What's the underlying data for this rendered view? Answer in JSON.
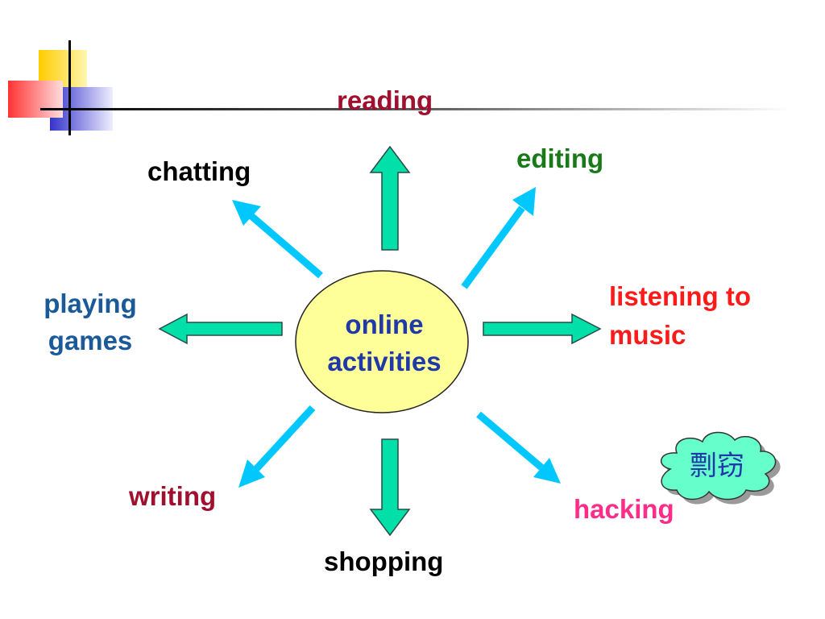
{
  "colors": {
    "block_arrow_fill": "#00e0a8",
    "thin_arrow": "#00c8ff",
    "ellipse_fill": "#ffff99",
    "center_text": "#1f3aa8",
    "cloud_fill": "#66ffcc",
    "cloud_text": "#1f3aa8"
  },
  "center": {
    "line1": "online",
    "line2": "activities"
  },
  "labels": {
    "reading": {
      "text": "reading",
      "color": "#a0102e"
    },
    "editing": {
      "text": "editing",
      "color": "#1a7a1a"
    },
    "listening": {
      "line1": "listening to",
      "line2": "music",
      "color": "#ff1a1a"
    },
    "hacking": {
      "text": "hacking",
      "color": "#ff2d8a"
    },
    "shopping": {
      "text": "shopping",
      "color": "#000000"
    },
    "writing": {
      "text": "writing",
      "color": "#a0102e"
    },
    "playing": {
      "line1": "playing",
      "line2": "games",
      "color": "#1a5a99"
    },
    "chatting": {
      "text": "chatting",
      "color": "#000000"
    }
  },
  "cloud": {
    "text": "剽窃"
  }
}
